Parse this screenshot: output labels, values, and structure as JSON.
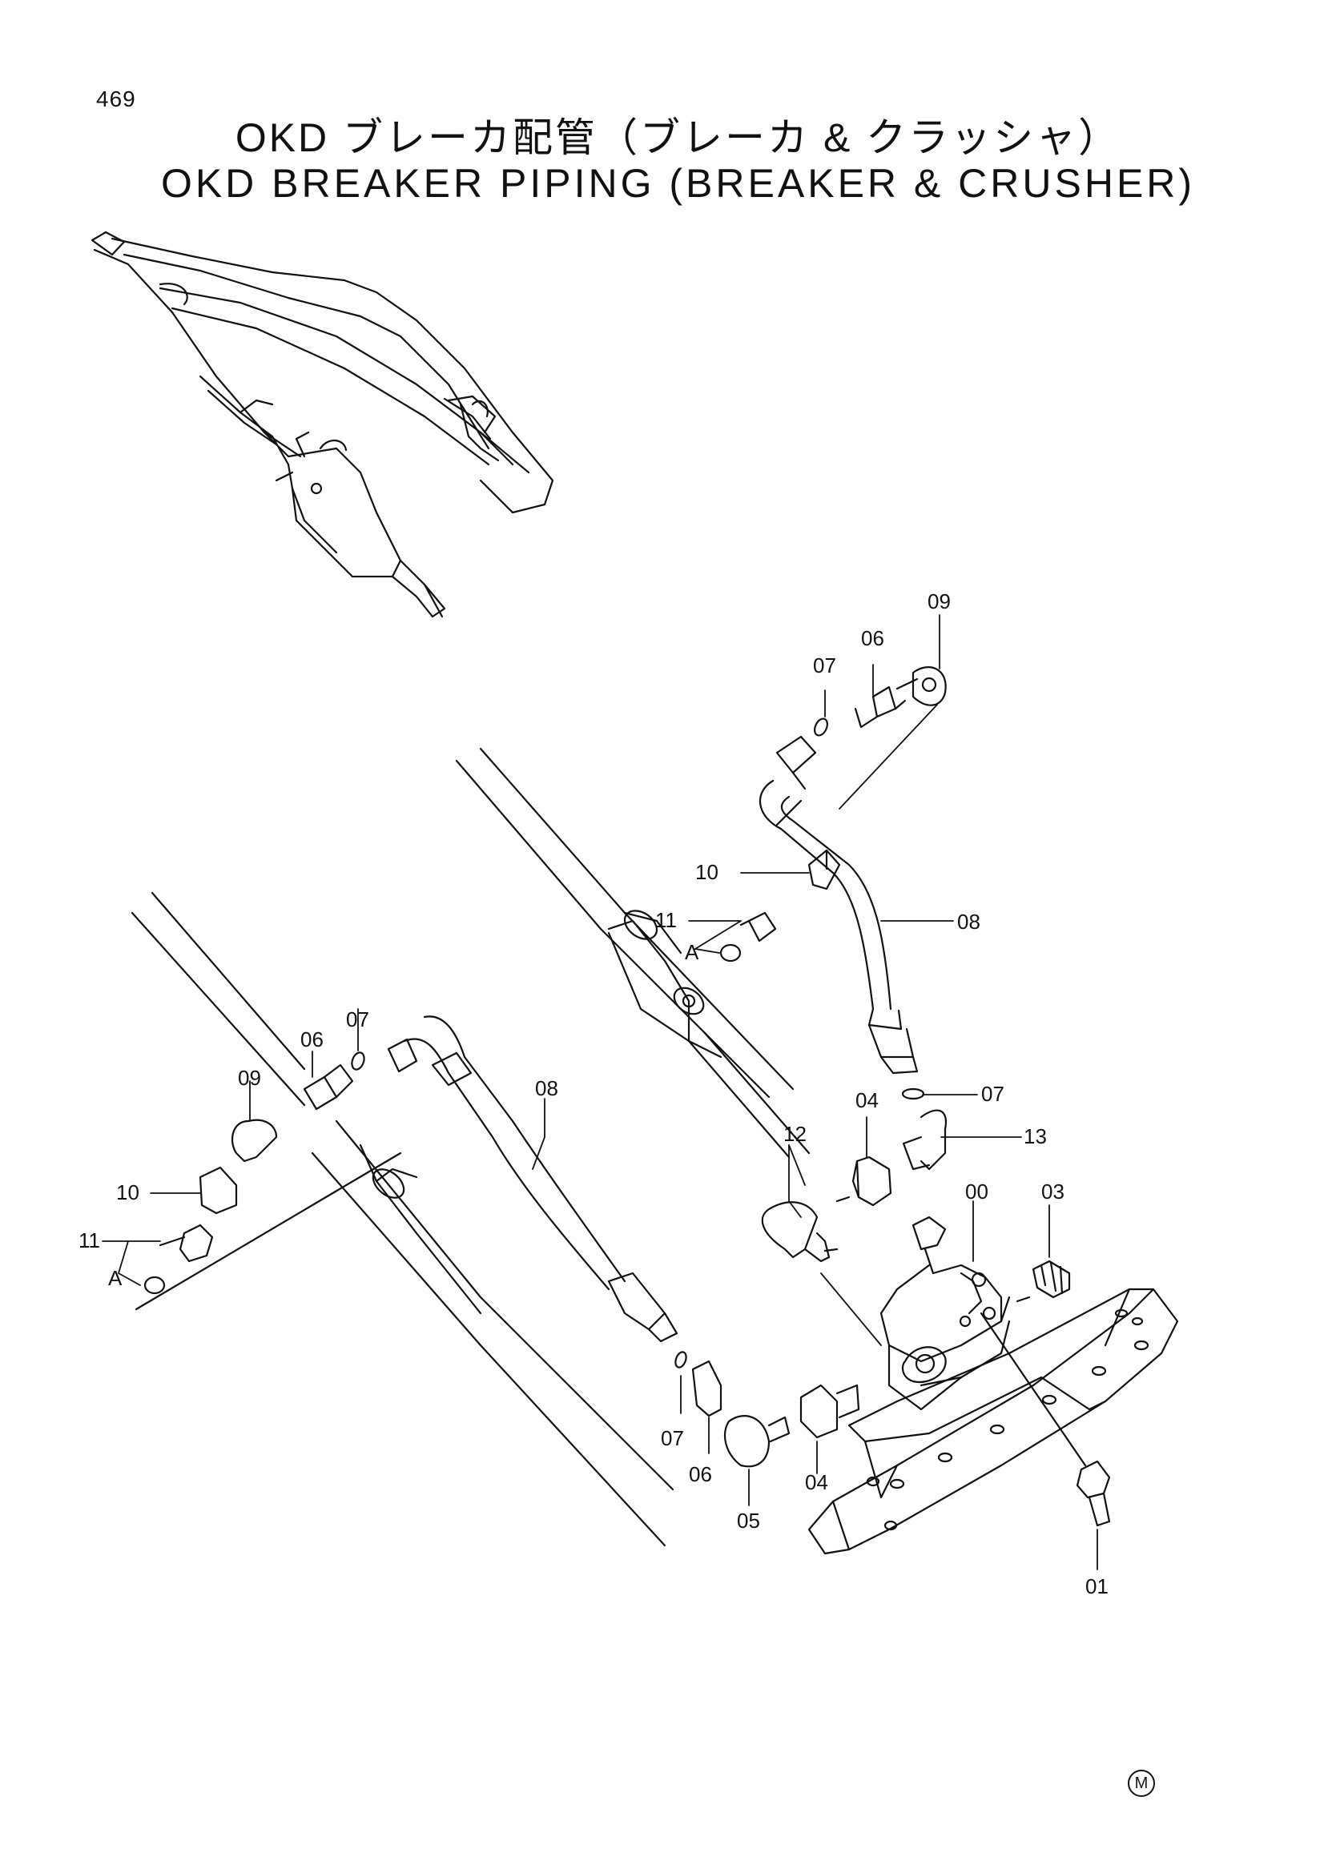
{
  "page_number": "469",
  "title_jp": "OKD ブレーカ配管（ブレーカ & クラッシャ）",
  "title_en": "OKD BREAKER PIPING (BREAKER & CRUSHER)",
  "callouts": {
    "c09_top": "09",
    "c06_top": "06",
    "c07_top": "07",
    "c10_top": "10",
    "c11_top": "11",
    "cA_top": "A",
    "c08_top": "08",
    "c07_mid": "07",
    "c04_mid": "04",
    "c13": "13",
    "c12": "12",
    "c00": "00",
    "c03": "03",
    "c07_left": "07",
    "c06_left": "06",
    "c09_left": "09",
    "c08_left": "08",
    "c10_left": "10",
    "c11_left": "11",
    "cA_left": "A",
    "c07_bot": "07",
    "c06_bot": "06",
    "c05": "05",
    "c04_bot": "04",
    "c01": "01"
  },
  "mark": "M"
}
